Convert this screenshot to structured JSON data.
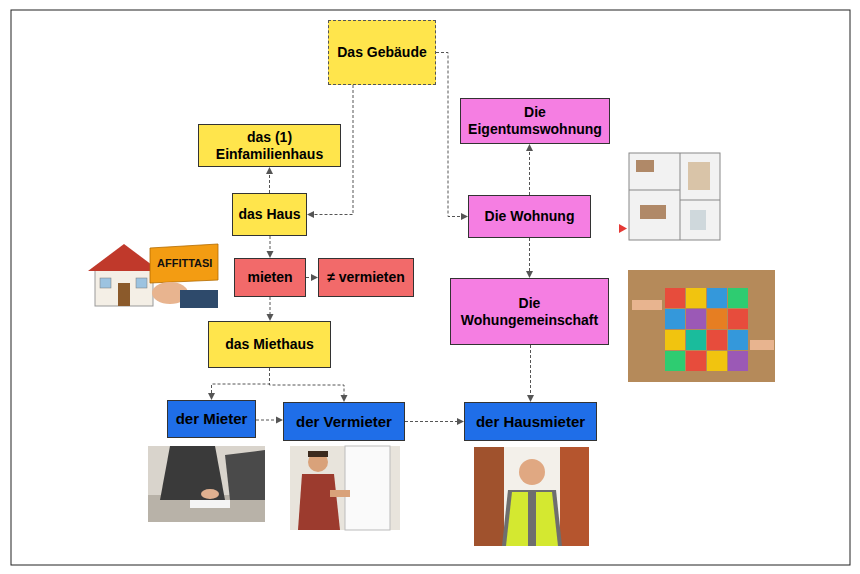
{
  "diagram": {
    "nodes": [
      {
        "text": [
          "Das Gebäude"
        ]
      },
      {
        "text": [
          "das (1) Einfamilienhaus"
        ]
      },
      {
        "text": [
          "Die Eigentumswohnung"
        ]
      },
      {
        "text": [
          "das Haus"
        ]
      },
      {
        "text": [
          "Die Wohnung"
        ]
      },
      {
        "text": [
          "mieten"
        ]
      },
      {
        "text": [
          "≠ vermieten"
        ]
      },
      {
        "text": [
          "das Miethaus"
        ]
      },
      {
        "text": [
          "Die Wohungemeinschaft"
        ]
      },
      {
        "text": [
          "der Mieter"
        ]
      },
      {
        "text": [
          "der Vermieter"
        ]
      },
      {
        "text": [
          "der Hausmieter"
        ]
      }
    ],
    "edges": [
      {
        "from": 0,
        "to": 3,
        "arrow": "to"
      },
      {
        "from": 0,
        "to": 4,
        "arrow": "to"
      },
      {
        "from": 3,
        "to": 1,
        "arrow": "to"
      },
      {
        "from": 3,
        "to": 5,
        "arrow": "to"
      },
      {
        "from": 5,
        "to": 6,
        "arrow": "to"
      },
      {
        "from": 5,
        "to": 7,
        "arrow": "to"
      },
      {
        "from": 7,
        "to": 9,
        "arrow": "to"
      },
      {
        "from": 7,
        "to": 10,
        "arrow": "to"
      },
      {
        "from": 9,
        "to": 10,
        "arrow": "to"
      },
      {
        "from": 10,
        "to": 11,
        "arrow": "to"
      },
      {
        "from": 4,
        "to": 2,
        "arrow": "to"
      },
      {
        "from": 4,
        "to": 8,
        "arrow": "to"
      },
      {
        "from": 8,
        "to": 11,
        "arrow": "to"
      }
    ],
    "labels": [
      "AFFITTASI"
    ]
  }
}
